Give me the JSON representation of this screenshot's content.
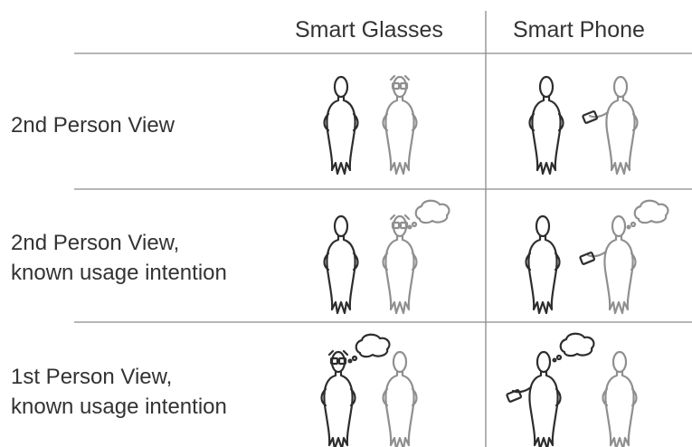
{
  "columns": [
    {
      "label": "Smart Glasses"
    },
    {
      "label": "Smart Phone"
    }
  ],
  "rows": [
    {
      "line1": "2nd Person View",
      "line2": ""
    },
    {
      "line1": "2nd Person View,",
      "line2": "known usage intention"
    },
    {
      "line1": "1st Person View,",
      "line2": "known usage intention"
    }
  ],
  "colors": {
    "observer": "#2d2d2d",
    "user": "#8f8f8f",
    "rule": "#8a8a8a"
  }
}
